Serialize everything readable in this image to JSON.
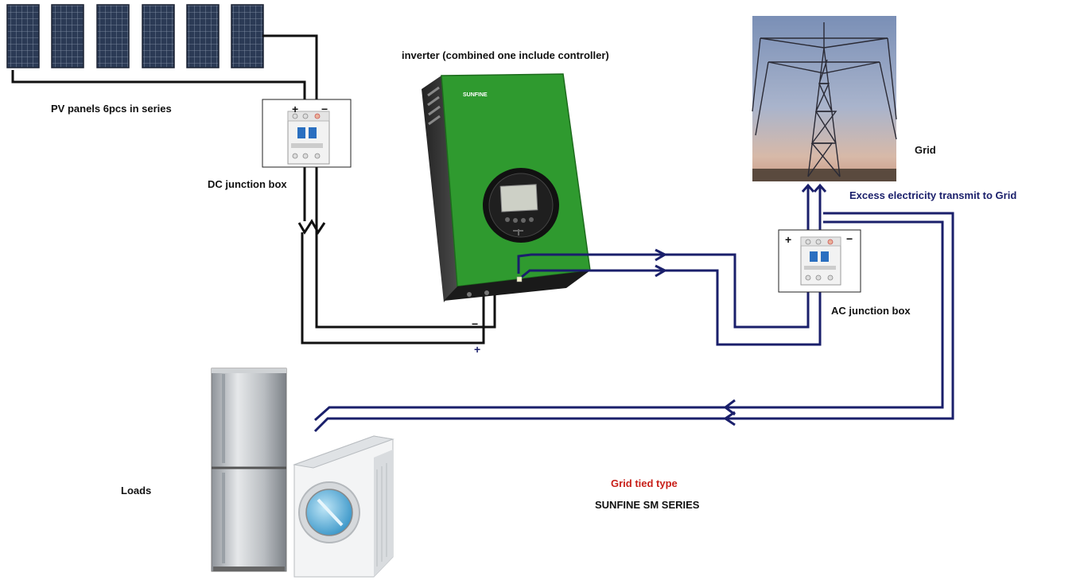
{
  "labels": {
    "pv_panels": "PV panels 6pcs in series",
    "dc_junction_box": "DC junction box",
    "inverter_title": "inverter (combined one include controller)",
    "inverter_brand": "SUNFINE",
    "grid": "Grid",
    "excess": "Excess electricity transmit to Grid",
    "ac_junction_box": "AC junction box",
    "loads": "Loads",
    "grid_tied_type": "Grid tied type",
    "series": "SUNFINE SM SERIES"
  },
  "terminals": {
    "plus": "+",
    "minus": "−"
  },
  "colors": {
    "dc_wire": "#111111",
    "ac_wire": "#1a1f6b",
    "inverter_green": "#2f9a2f",
    "accent_red": "#c8201a",
    "panel_cell": "#2b3a55"
  },
  "icons": {
    "solar_panel": "solar-panel-icon",
    "breaker": "breaker-icon",
    "inverter": "inverter-icon",
    "tower": "transmission-tower-icon",
    "fridge": "refrigerator-icon",
    "washer": "washing-machine-icon"
  }
}
